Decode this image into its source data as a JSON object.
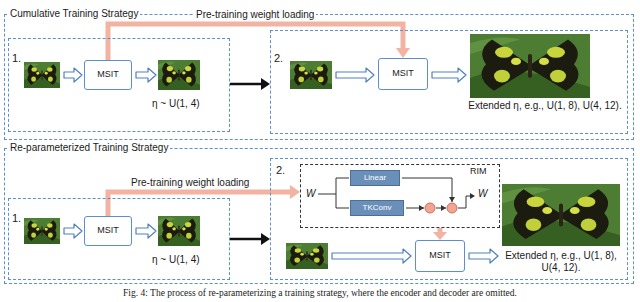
{
  "diagram": {
    "caption": "Fig. 4: The process of re-parameterizing a training strategy, where the encoder and decoder are omitted.",
    "nodes": [
      {
        "text": [
          "Cumulative Training Strategy"
        ]
      },
      {
        "text": [
          "1.",
          "η ~ U(1, 4)"
        ],
        "in": 0
      },
      {
        "text": [
          "MSIT"
        ],
        "in": 1
      },
      {
        "text": [
          "2.",
          "Extended η, e.g., U(1, 8), U(4, 12)."
        ],
        "in": 0
      },
      {
        "text": [
          "MSIT"
        ],
        "in": 3
      },
      {
        "text": [
          "Re-parameterized Training Strategy"
        ]
      },
      {
        "text": [
          "1.",
          "η ~ U(1, 4)"
        ],
        "in": 5
      },
      {
        "text": [
          "MSIT"
        ],
        "in": 6
      },
      {
        "text": [
          "2.",
          "Extended η, e.g., U(1, 8), U(4, 12)."
        ],
        "in": 5
      },
      {
        "text": [
          "RIM"
        ],
        "in": 8
      },
      {
        "text": [
          "Linear"
        ],
        "in": 9
      },
      {
        "text": [
          "TKConv"
        ],
        "in": 9
      },
      {
        "text": [
          "MSIT"
        ],
        "in": 8
      }
    ],
    "edges": [
      {
        "from": 2,
        "to": 4,
        "label": "Pre-training weight loading",
        "arrow": "to"
      },
      {
        "from": 1,
        "to": 3,
        "arrow": "to"
      },
      {
        "from": 7,
        "to": 9,
        "label": "Pre-training weight loading",
        "arrow": "to"
      },
      {
        "from": 6,
        "to": 8,
        "arrow": "to"
      },
      {
        "from": 9,
        "to": 12,
        "arrow": "to"
      }
    ],
    "labels": [
      "W",
      "W"
    ]
  }
}
